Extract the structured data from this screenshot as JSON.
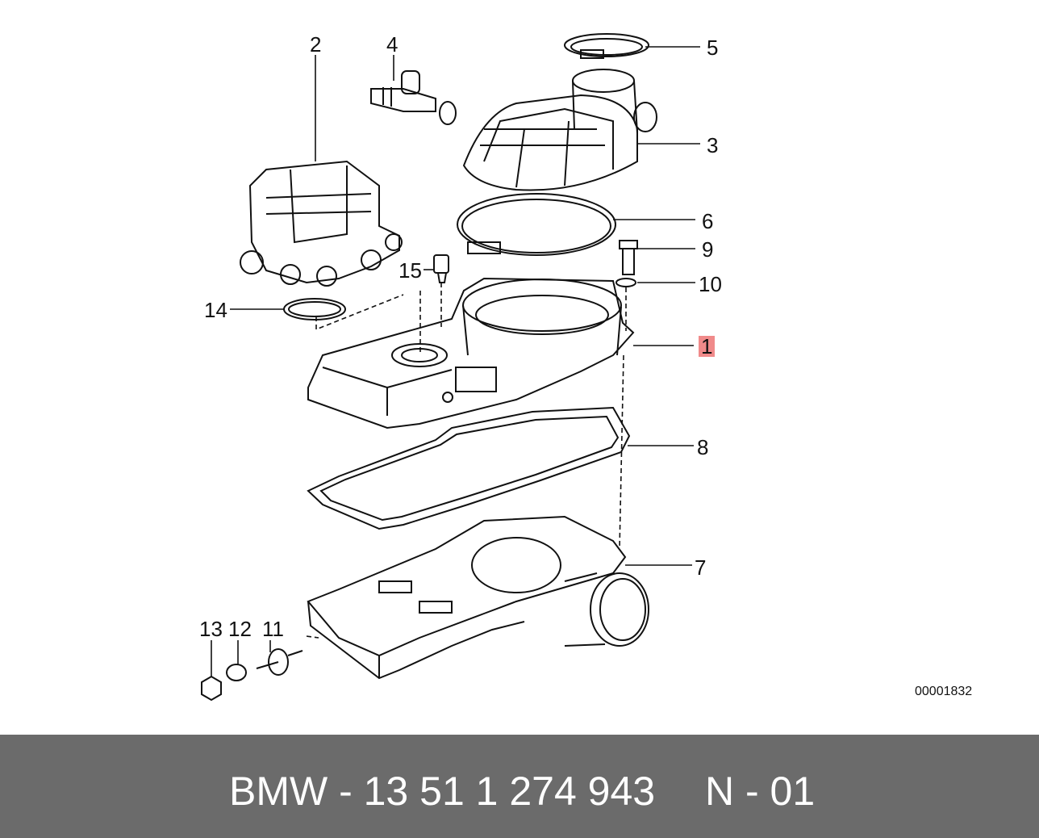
{
  "callouts": {
    "c1": "1",
    "c2": "2",
    "c3": "3",
    "c4": "4",
    "c5": "5",
    "c6": "6",
    "c7": "7",
    "c8": "8",
    "c9": "9",
    "c10": "10",
    "c11": "11",
    "c12": "12",
    "c13": "13",
    "c14": "14",
    "c15": "15"
  },
  "reference_number": "00001832",
  "footer": {
    "part_label": "BMW - 13 51 1 274 943",
    "position_label": "N - 01"
  },
  "colors": {
    "footer_bg": "#6b6b6b",
    "highlight": "#f08a8a",
    "line": "#111111"
  }
}
